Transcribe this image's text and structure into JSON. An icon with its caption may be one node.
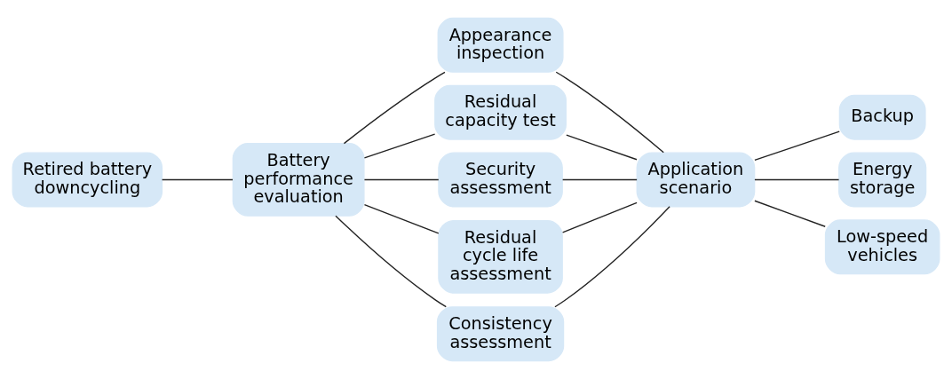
{
  "diagram": {
    "nodes": [
      {
        "text": [
          "Retired battery downcycling"
        ]
      },
      {
        "text": [
          "Battery performance evaluation"
        ]
      },
      {
        "text": [
          "Appearance inspection"
        ]
      },
      {
        "text": [
          "Residual capacity test"
        ]
      },
      {
        "text": [
          "Security assessment"
        ]
      },
      {
        "text": [
          "Residual cycle life assessment"
        ]
      },
      {
        "text": [
          "Consistency assessment"
        ]
      },
      {
        "text": [
          "Application scenario"
        ]
      },
      {
        "text": [
          "Backup"
        ]
      },
      {
        "text": [
          "Energy storage"
        ]
      },
      {
        "text": [
          "Low-speed vehicles"
        ]
      }
    ],
    "edges": [
      {
        "from": 0,
        "to": 1,
        "arrow": "none"
      },
      {
        "from": 1,
        "to": 2,
        "arrow": "none"
      },
      {
        "from": 1,
        "to": 3,
        "arrow": "none"
      },
      {
        "from": 1,
        "to": 4,
        "arrow": "none"
      },
      {
        "from": 1,
        "to": 5,
        "arrow": "none"
      },
      {
        "from": 1,
        "to": 6,
        "arrow": "none"
      },
      {
        "from": 2,
        "to": 7,
        "arrow": "none"
      },
      {
        "from": 3,
        "to": 7,
        "arrow": "none"
      },
      {
        "from": 4,
        "to": 7,
        "arrow": "none"
      },
      {
        "from": 5,
        "to": 7,
        "arrow": "none"
      },
      {
        "from": 6,
        "to": 7,
        "arrow": "none"
      },
      {
        "from": 7,
        "to": 8,
        "arrow": "none"
      },
      {
        "from": 7,
        "to": 9,
        "arrow": "none"
      },
      {
        "from": 7,
        "to": 10,
        "arrow": "none"
      }
    ]
  }
}
